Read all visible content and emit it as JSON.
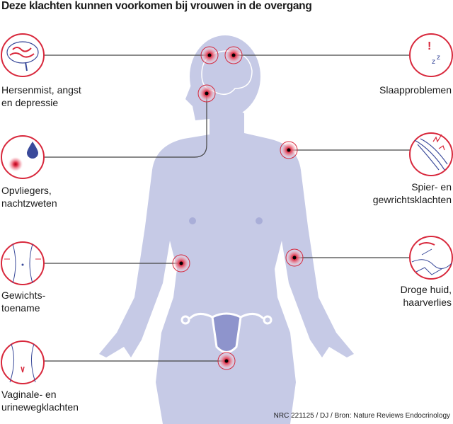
{
  "title": "Deze klachten kunnen voorkomen bij vrouwen in de overgang",
  "colors": {
    "body": "#c6cae6",
    "ring": "#d8283c",
    "line": "#444444",
    "icon": "#3a4a9a"
  },
  "complaints": [
    {
      "line1": "Hersenmist, angst",
      "line2": "en depressie",
      "icon": "brain-icon"
    },
    {
      "line1": "Opvliegers,",
      "line2": "nachtzweten",
      "icon": "hot-flash-drop-icon"
    },
    {
      "line1": "Gewichts-",
      "line2": "toename",
      "icon": "belly-icon"
    },
    {
      "line1": "Vaginale- en",
      "line2": "urinewegklachten",
      "icon": "pelvis-icon"
    },
    {
      "line1": "Slaapproblemen",
      "line2": "",
      "icon": "moon-sleep-icon"
    },
    {
      "line1": "Spier- en",
      "line2": "gewrichtsklachten",
      "icon": "muscle-icon"
    },
    {
      "line1": "Droge huid,",
      "line2": "haarverlies",
      "icon": "dry-skin-icon"
    }
  ],
  "credit": "NRC 221125 / DJ / Bron: Nature Reviews Endocrinology"
}
